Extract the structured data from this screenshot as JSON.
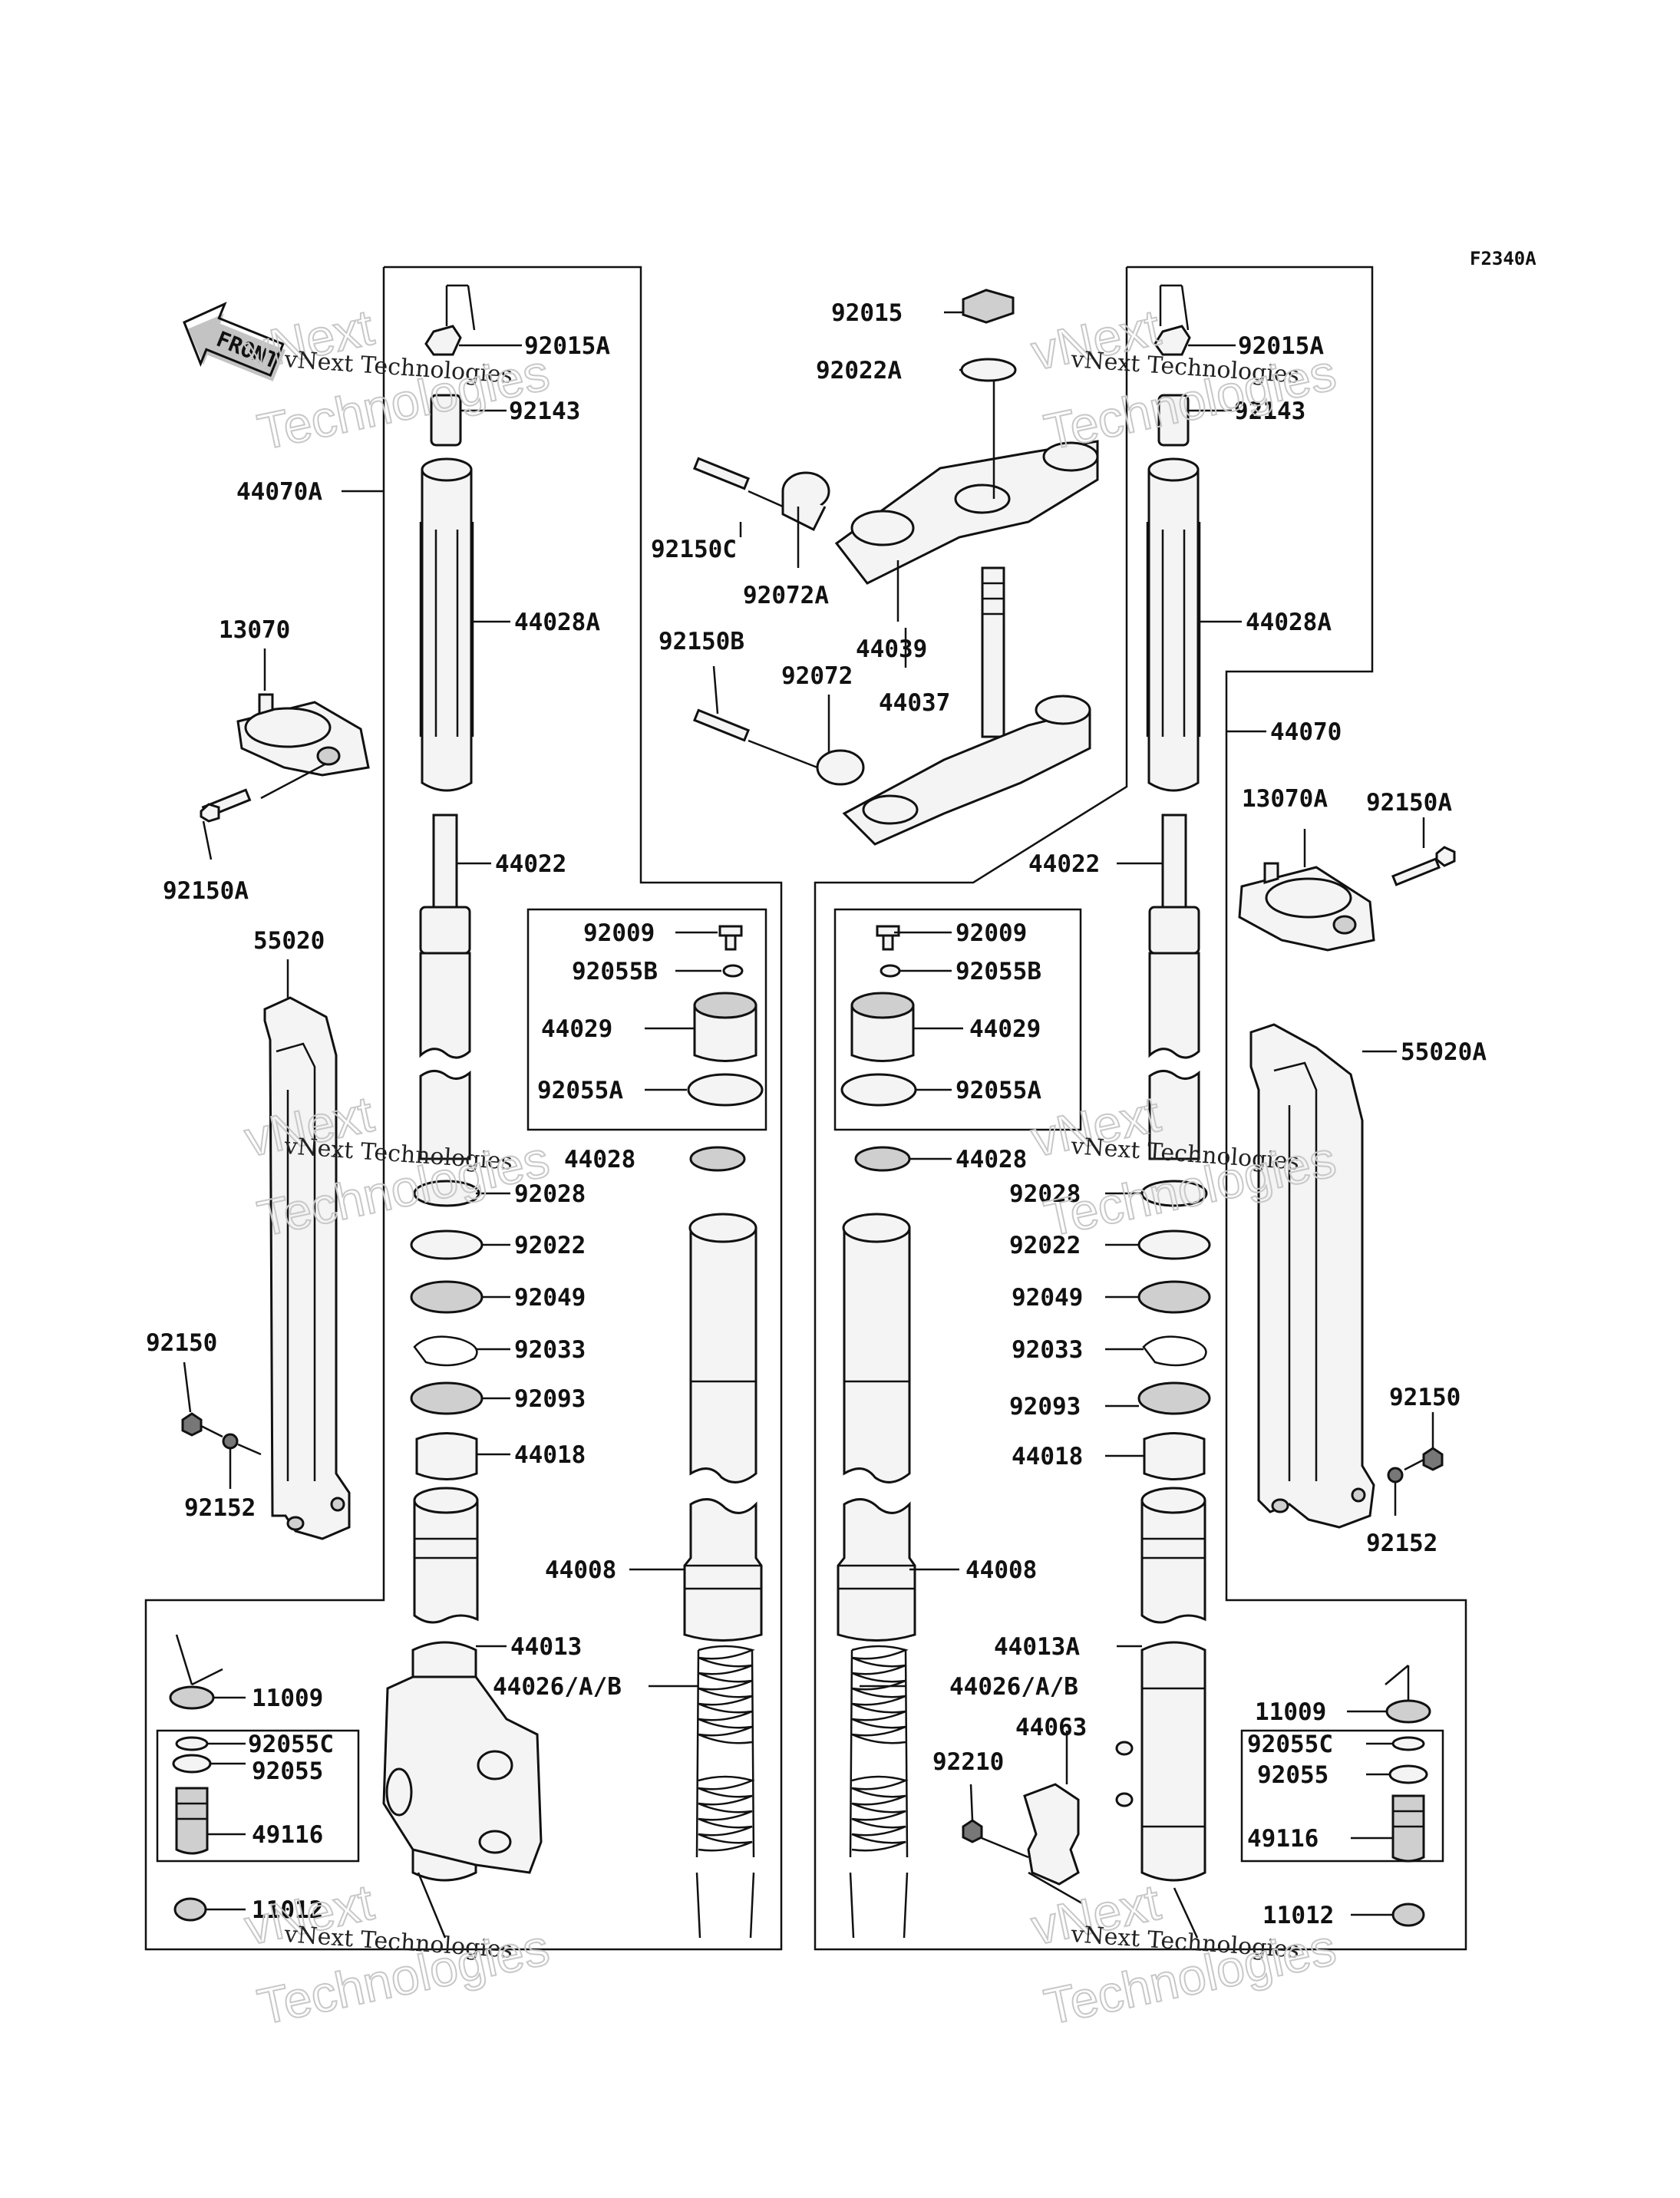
{
  "figure_id": "F2340A",
  "front_label": "FRONT",
  "watermark": {
    "line1": "vNext Technologies",
    "line2": "Technologies",
    "line3": "vNext"
  },
  "labels": [
    {
      "id": "l01",
      "text": "92015A"
    },
    {
      "id": "l02",
      "text": "92143"
    },
    {
      "id": "l03",
      "text": "44070A"
    },
    {
      "id": "l04",
      "text": "44028A"
    },
    {
      "id": "l05",
      "text": "13070"
    },
    {
      "id": "l06",
      "text": "92150A"
    },
    {
      "id": "l07",
      "text": "44022"
    },
    {
      "id": "l08",
      "text": "55020"
    },
    {
      "id": "l09",
      "text": "92009"
    },
    {
      "id": "l10",
      "text": "92055B"
    },
    {
      "id": "l11",
      "text": "44029"
    },
    {
      "id": "l12",
      "text": "92055A"
    },
    {
      "id": "l13",
      "text": "44028"
    },
    {
      "id": "l14",
      "text": "92028"
    },
    {
      "id": "l15",
      "text": "92022"
    },
    {
      "id": "l16",
      "text": "92049"
    },
    {
      "id": "l17",
      "text": "92033"
    },
    {
      "id": "l18",
      "text": "92093"
    },
    {
      "id": "l19",
      "text": "44018"
    },
    {
      "id": "l20",
      "text": "92150"
    },
    {
      "id": "l21",
      "text": "92152"
    },
    {
      "id": "l22",
      "text": "44008"
    },
    {
      "id": "l23",
      "text": "44013"
    },
    {
      "id": "l24",
      "text": "44026/A/B"
    },
    {
      "id": "l25",
      "text": "11009"
    },
    {
      "id": "l26",
      "text": "92055C"
    },
    {
      "id": "l27",
      "text": "92055"
    },
    {
      "id": "l28",
      "text": "49116"
    },
    {
      "id": "l29",
      "text": "11012"
    },
    {
      "id": "l30",
      "text": "92015"
    },
    {
      "id": "l31",
      "text": "92022A"
    },
    {
      "id": "l32",
      "text": "92150C"
    },
    {
      "id": "l33",
      "text": "92072A"
    },
    {
      "id": "l34",
      "text": "44039"
    },
    {
      "id": "l35",
      "text": "92150B"
    },
    {
      "id": "l36",
      "text": "92072"
    },
    {
      "id": "l37",
      "text": "44037"
    },
    {
      "id": "l38",
      "text": "92015A"
    },
    {
      "id": "l39",
      "text": "92143"
    },
    {
      "id": "l40",
      "text": "44028A"
    },
    {
      "id": "l41",
      "text": "44070"
    },
    {
      "id": "l42",
      "text": "13070A"
    },
    {
      "id": "l43",
      "text": "92150A"
    },
    {
      "id": "l44",
      "text": "44022"
    },
    {
      "id": "l45",
      "text": "92009"
    },
    {
      "id": "l46",
      "text": "92055B"
    },
    {
      "id": "l47",
      "text": "44029"
    },
    {
      "id": "l48",
      "text": "92055A"
    },
    {
      "id": "l49",
      "text": "55020A"
    },
    {
      "id": "l50",
      "text": "44028"
    },
    {
      "id": "l51",
      "text": "92028"
    },
    {
      "id": "l52",
      "text": "92022"
    },
    {
      "id": "l53",
      "text": "92049"
    },
    {
      "id": "l54",
      "text": "92033"
    },
    {
      "id": "l55",
      "text": "92093"
    },
    {
      "id": "l56",
      "text": "44018"
    },
    {
      "id": "l57",
      "text": "92150"
    },
    {
      "id": "l58",
      "text": "92152"
    },
    {
      "id": "l59",
      "text": "44008"
    },
    {
      "id": "l60",
      "text": "44013A"
    },
    {
      "id": "l61",
      "text": "44026/A/B"
    },
    {
      "id": "l62",
      "text": "44063"
    },
    {
      "id": "l63",
      "text": "92210"
    },
    {
      "id": "l64",
      "text": "11009"
    },
    {
      "id": "l65",
      "text": "92055C"
    },
    {
      "id": "l66",
      "text": "92055"
    },
    {
      "id": "l67",
      "text": "49116"
    },
    {
      "id": "l68",
      "text": "11012"
    }
  ]
}
